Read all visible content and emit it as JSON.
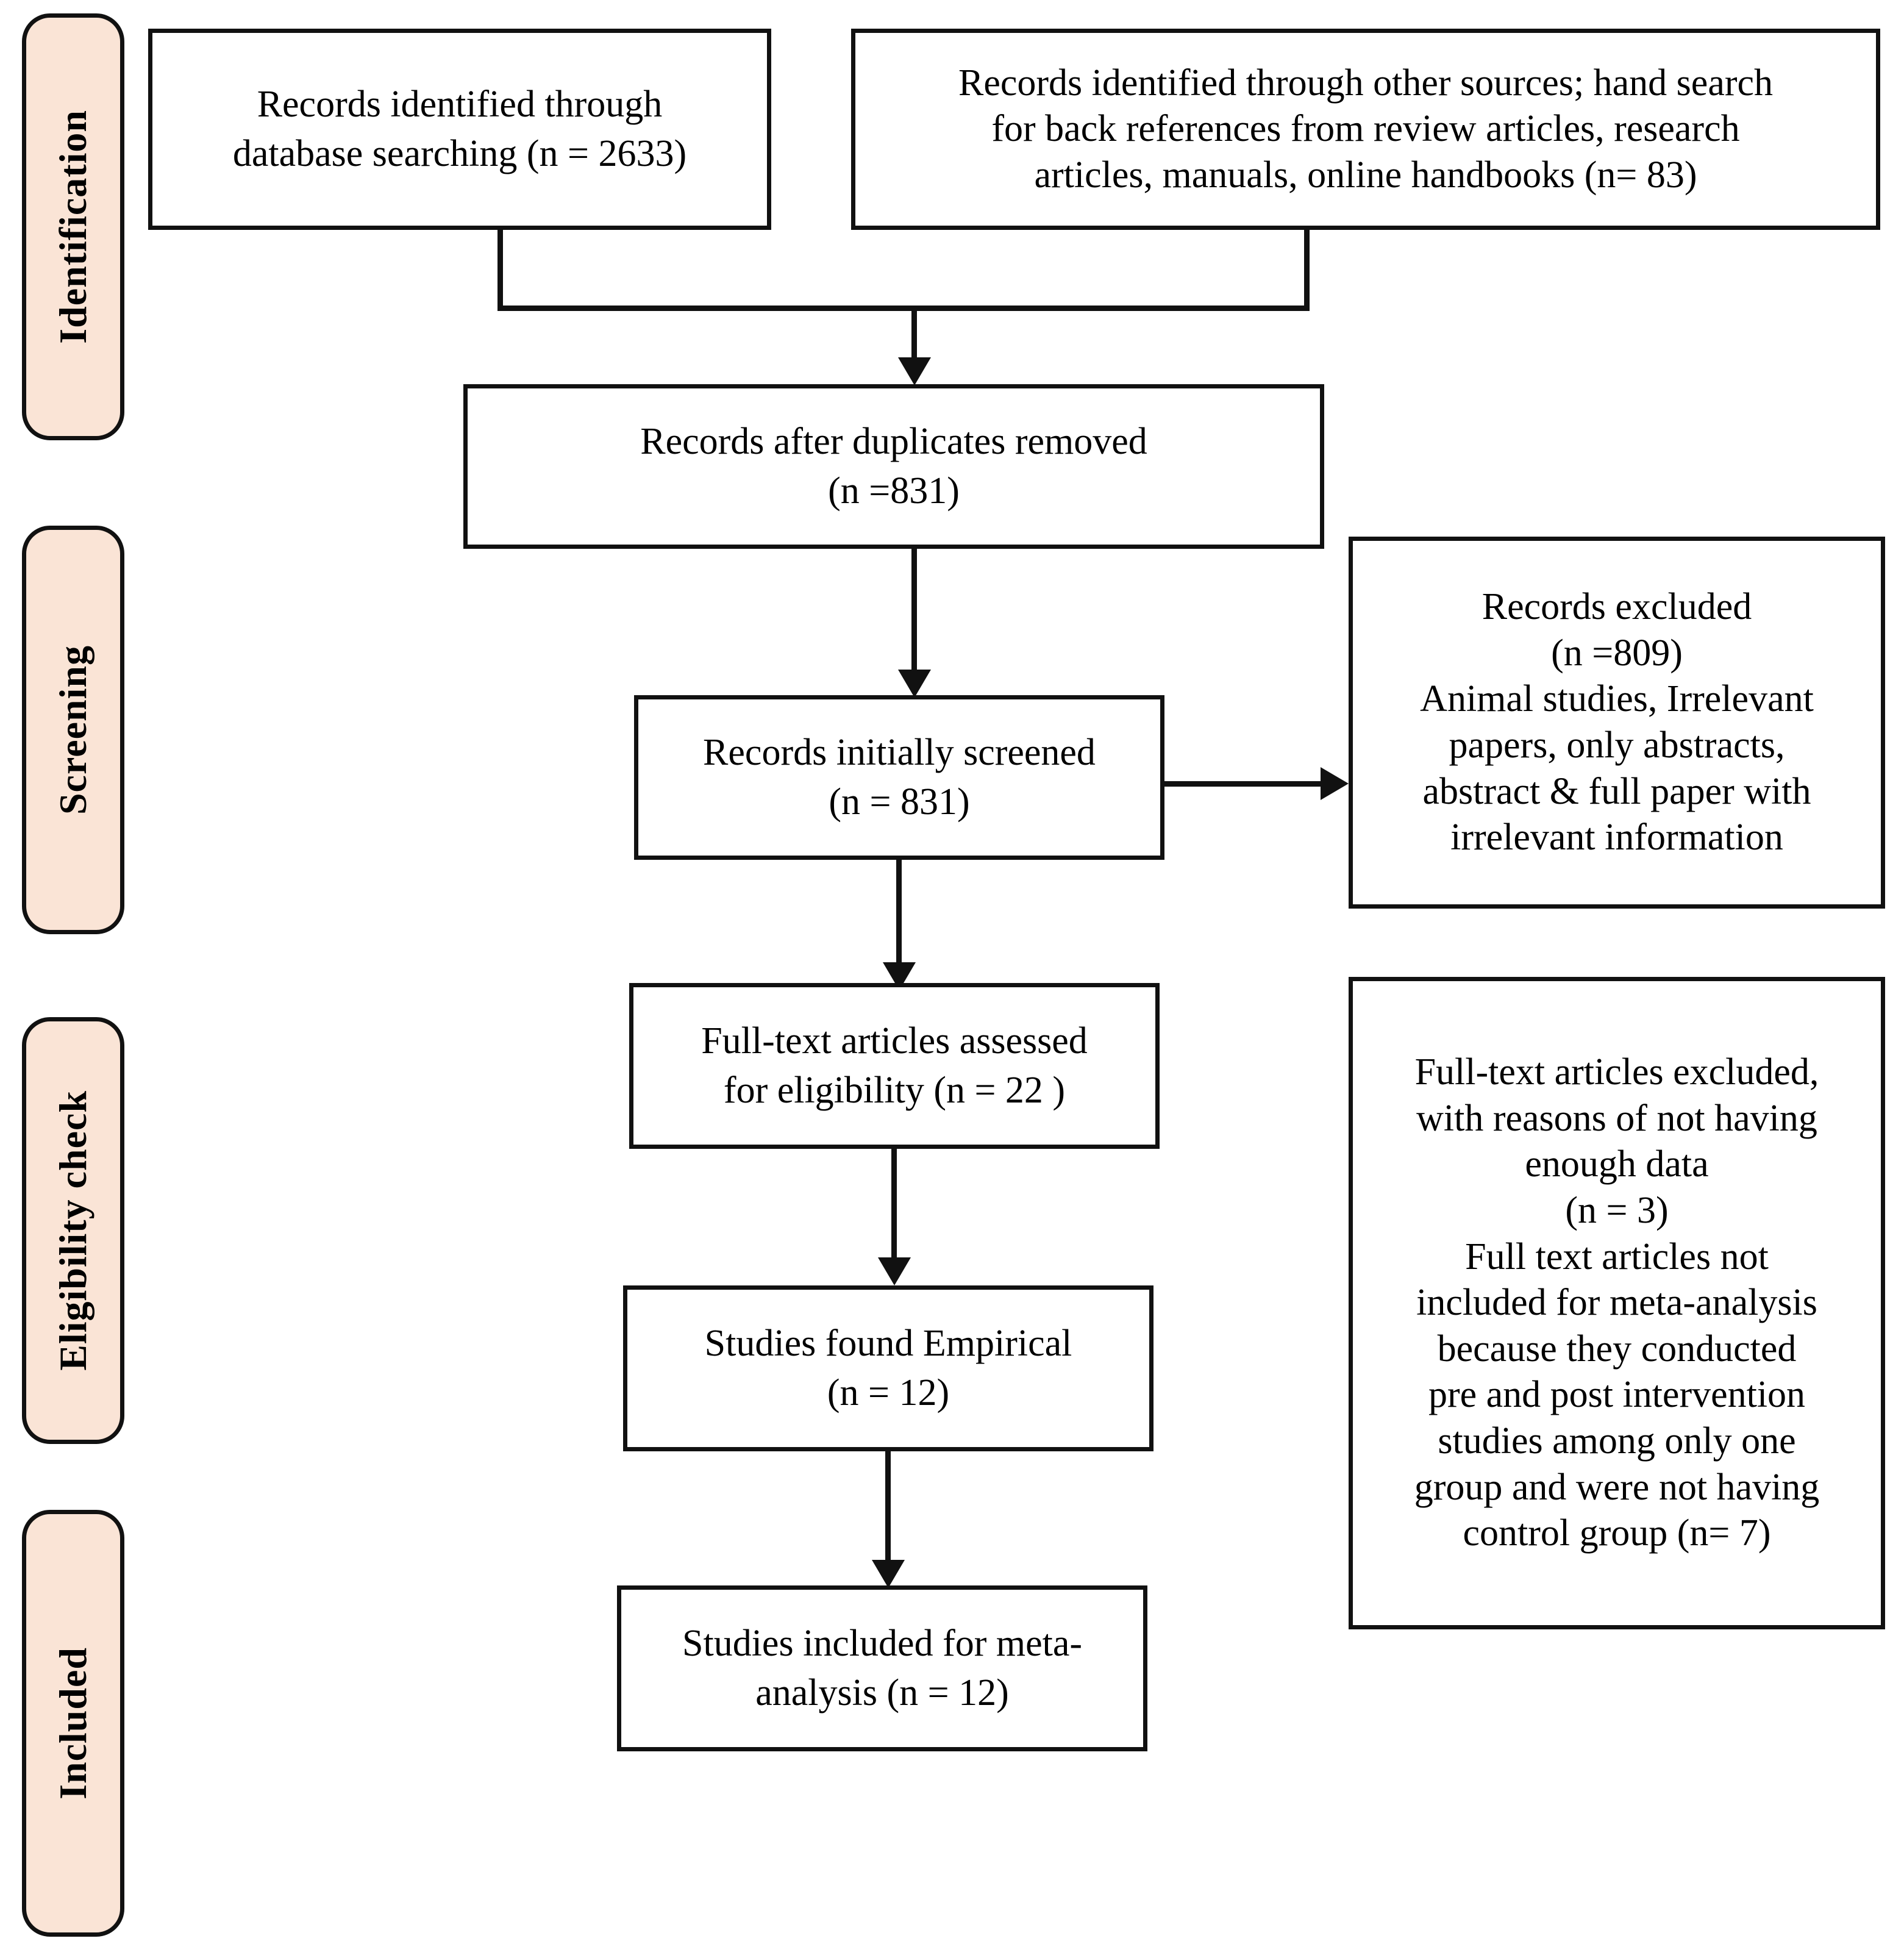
{
  "diagram": {
    "type": "PRISMA flow diagram",
    "accent_fill": "#fae4d6",
    "line_color": "#111111",
    "box_fill": "#ffffff"
  },
  "phases": [
    {
      "id": "identification",
      "label": "Identification"
    },
    {
      "id": "screening",
      "label": "Screening"
    },
    {
      "id": "eligibility",
      "label": "Eligibility check"
    },
    {
      "id": "included",
      "label": "Included"
    }
  ],
  "boxes": {
    "db_search": {
      "text": "Records identified through\ndatabase searching (n = 2633)",
      "n": 2633
    },
    "other_sources": {
      "text": "Records identified through other sources; hand search\nfor back references from review articles, research\narticles, manuals, online handbooks (n= 83)",
      "n": 83
    },
    "duplicates_removed": {
      "text": "Records after duplicates removed\n(n =831)",
      "n": 831
    },
    "initially_screened": {
      "text": "Records initially screened\n(n = 831)",
      "n": 831
    },
    "records_excluded": {
      "text": "Records excluded\n(n =809)\nAnimal studies, Irrelevant\npapers, only abstracts,\nabstract & full paper with\nirrelevant information",
      "n": 809
    },
    "fulltext_assessed": {
      "text": "Full-text articles assessed\nfor eligibility (n = 22 )",
      "n": 22
    },
    "fulltext_excluded": {
      "text": "Full-text articles excluded,\nwith reasons of not having\nenough data\n(n =  3)\nFull text articles not\nincluded for meta-analysis\nbecause they conducted\npre and post intervention\nstudies among only one\ngroup and were not having\ncontrol group (n= 7)",
      "n_not_enough_data": 3,
      "n_no_control_group": 7
    },
    "empirical_found": {
      "text": "Studies found Empirical\n(n = 12)",
      "n": 12
    },
    "included_meta": {
      "text": "Studies included for meta-\nanalysis (n = 12)",
      "n": 12
    }
  }
}
